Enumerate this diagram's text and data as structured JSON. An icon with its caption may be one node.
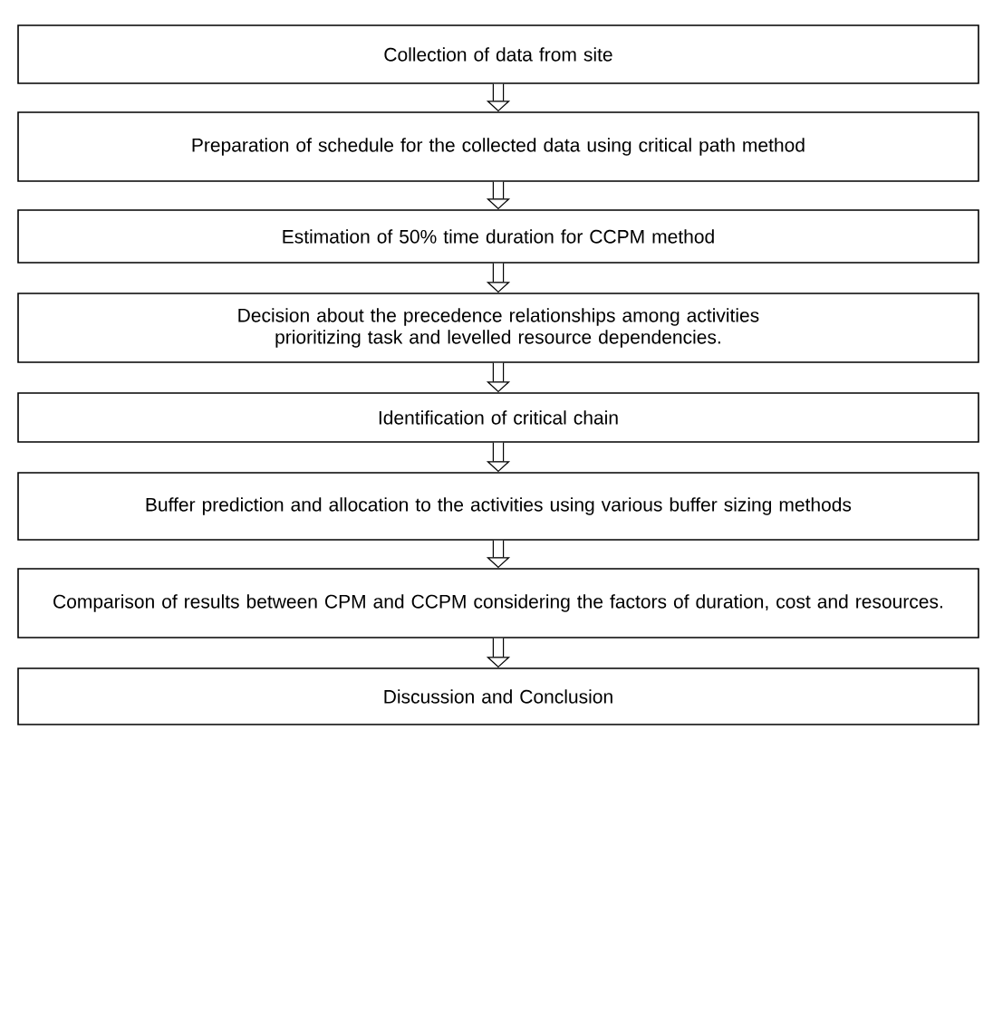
{
  "diagram": {
    "nodes": [
      {
        "text": [
          "Collection of data from site"
        ]
      },
      {
        "text": [
          "Preparation of schedule for the collected data using critical path method"
        ]
      },
      {
        "text": [
          "Estimation of 50% time duration for CCPM method"
        ]
      },
      {
        "text": [
          "Decision about the precedence relationships among activities prioritizing task and levelled resource dependencies."
        ]
      },
      {
        "text": [
          "Identification of critical chain"
        ]
      },
      {
        "text": [
          "Buffer prediction and allocation to the activities using various buffer sizing methods"
        ]
      },
      {
        "text": [
          "Comparison of results between CPM and CCPM considering the factors of duration, cost and resources."
        ]
      },
      {
        "text": [
          "Discussion and Conclusion"
        ]
      }
    ],
    "edges": [
      {
        "from": 0,
        "to": 1,
        "arrow": "to"
      },
      {
        "from": 1,
        "to": 2,
        "arrow": "to"
      },
      {
        "from": 2,
        "to": 3,
        "arrow": "to"
      },
      {
        "from": 3,
        "to": 4,
        "arrow": "to"
      },
      {
        "from": 4,
        "to": 5,
        "arrow": "to"
      },
      {
        "from": 5,
        "to": 6,
        "arrow": "to"
      },
      {
        "from": 6,
        "to": 7,
        "arrow": "to"
      }
    ]
  }
}
